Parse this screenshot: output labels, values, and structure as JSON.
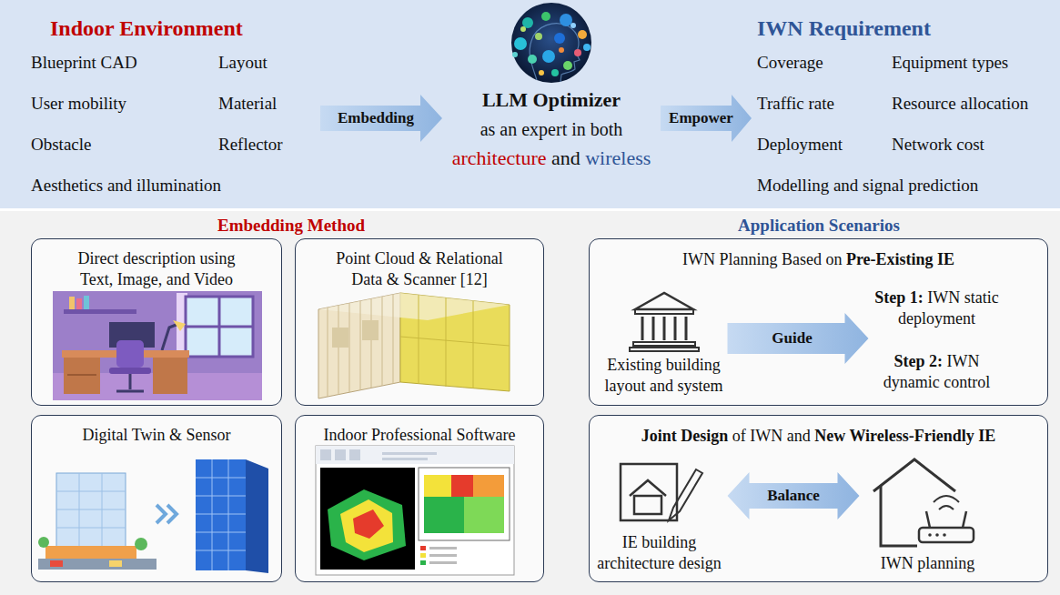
{
  "diagram": {
    "nodes": [
      {
        "text": [
          "Indoor Environment",
          "Blueprint CAD",
          "Layout",
          "User mobility",
          "Material",
          "Obstacle",
          "Reflector",
          "Aesthetics and illumination"
        ]
      },
      {
        "text": [
          "LLM Optimizer",
          "as an expert in both",
          "architecture",
          "and",
          "wireless"
        ]
      },
      {
        "text": [
          "IWN Requirement",
          "Coverage",
          "Equipment types",
          "Traffic rate",
          "Resource allocation",
          "Deployment",
          "Network cost",
          "Modelling and signal prediction"
        ]
      },
      {
        "text": [
          "Direct description using Text, Image, and Video"
        ]
      },
      {
        "text": [
          "Point Cloud & Relational Data & Scanner [12]"
        ]
      },
      {
        "text": [
          "Digital Twin & Sensor"
        ]
      },
      {
        "text": [
          "Indoor Professional Software"
        ]
      },
      {
        "text": [
          "IWN Planning Based on",
          "Pre-Existing",
          "IE"
        ]
      },
      {
        "text": [
          "Existing building layout and system"
        ],
        "in": 7
      },
      {
        "text": [
          "Step 1:",
          "IWN static deployment",
          "Step 2:",
          "IWN dynamic control"
        ],
        "in": 7
      },
      {
        "text": [
          "Joint Design",
          "of IWN and",
          "New Wireless-Friendly IE"
        ]
      },
      {
        "text": [
          "IE building architecture design"
        ],
        "in": 10
      },
      {
        "text": [
          "IWN planning"
        ],
        "in": 10
      }
    ],
    "edges": [
      {
        "from": 0,
        "to": 1,
        "label": "Embedding",
        "arrow": "to"
      },
      {
        "from": 1,
        "to": 2,
        "label": "Empower",
        "arrow": "to"
      },
      {
        "from": 8,
        "to": 9,
        "label": "Guide",
        "arrow": "to"
      },
      {
        "from": 11,
        "to": 12,
        "label": "Balance",
        "arrow": "both"
      }
    ],
    "labels": [
      "Embedding Method",
      "Application Scenarios"
    ]
  }
}
